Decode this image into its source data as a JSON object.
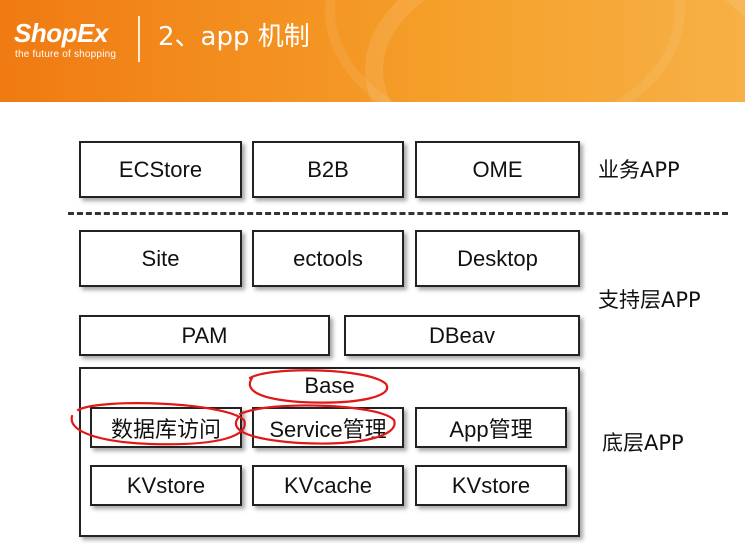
{
  "header": {
    "logo": "ShopEx",
    "tagline": "the future of shopping",
    "title": "2、app 机制",
    "brand_color": "#f07a12"
  },
  "diagram": {
    "business_row": [
      "ECStore",
      "B2B",
      "OME"
    ],
    "support_row1": [
      "Site",
      "ectools",
      "Desktop"
    ],
    "support_row2": [
      "PAM",
      "DBeav"
    ],
    "base_title": "Base",
    "base_row1": [
      "数据库访问",
      "Service管理",
      "App管理"
    ],
    "base_row2": [
      "KVstore",
      "KVcache",
      "KVstore"
    ],
    "labels": {
      "business": "业务APP",
      "support": "支持层APP",
      "base": "底层APP"
    },
    "annotation_color": "#e01818"
  }
}
